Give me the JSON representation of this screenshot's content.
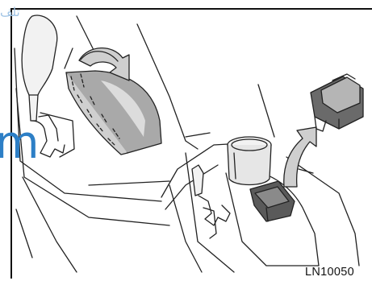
{
  "figure": {
    "code": "LN10050",
    "watermark_arabic": "تلف",
    "watermark_letter": "m"
  },
  "colors": {
    "line": "#222222",
    "arrow_fill": "#c8c8c8",
    "cover_fill": "#9a9a9a",
    "cover_light": "#d6d6d6",
    "cupholder_fill": "#e2e2e2",
    "insert_fill": "#4a4a4a",
    "watermark_blue": "#2d7fc6"
  }
}
